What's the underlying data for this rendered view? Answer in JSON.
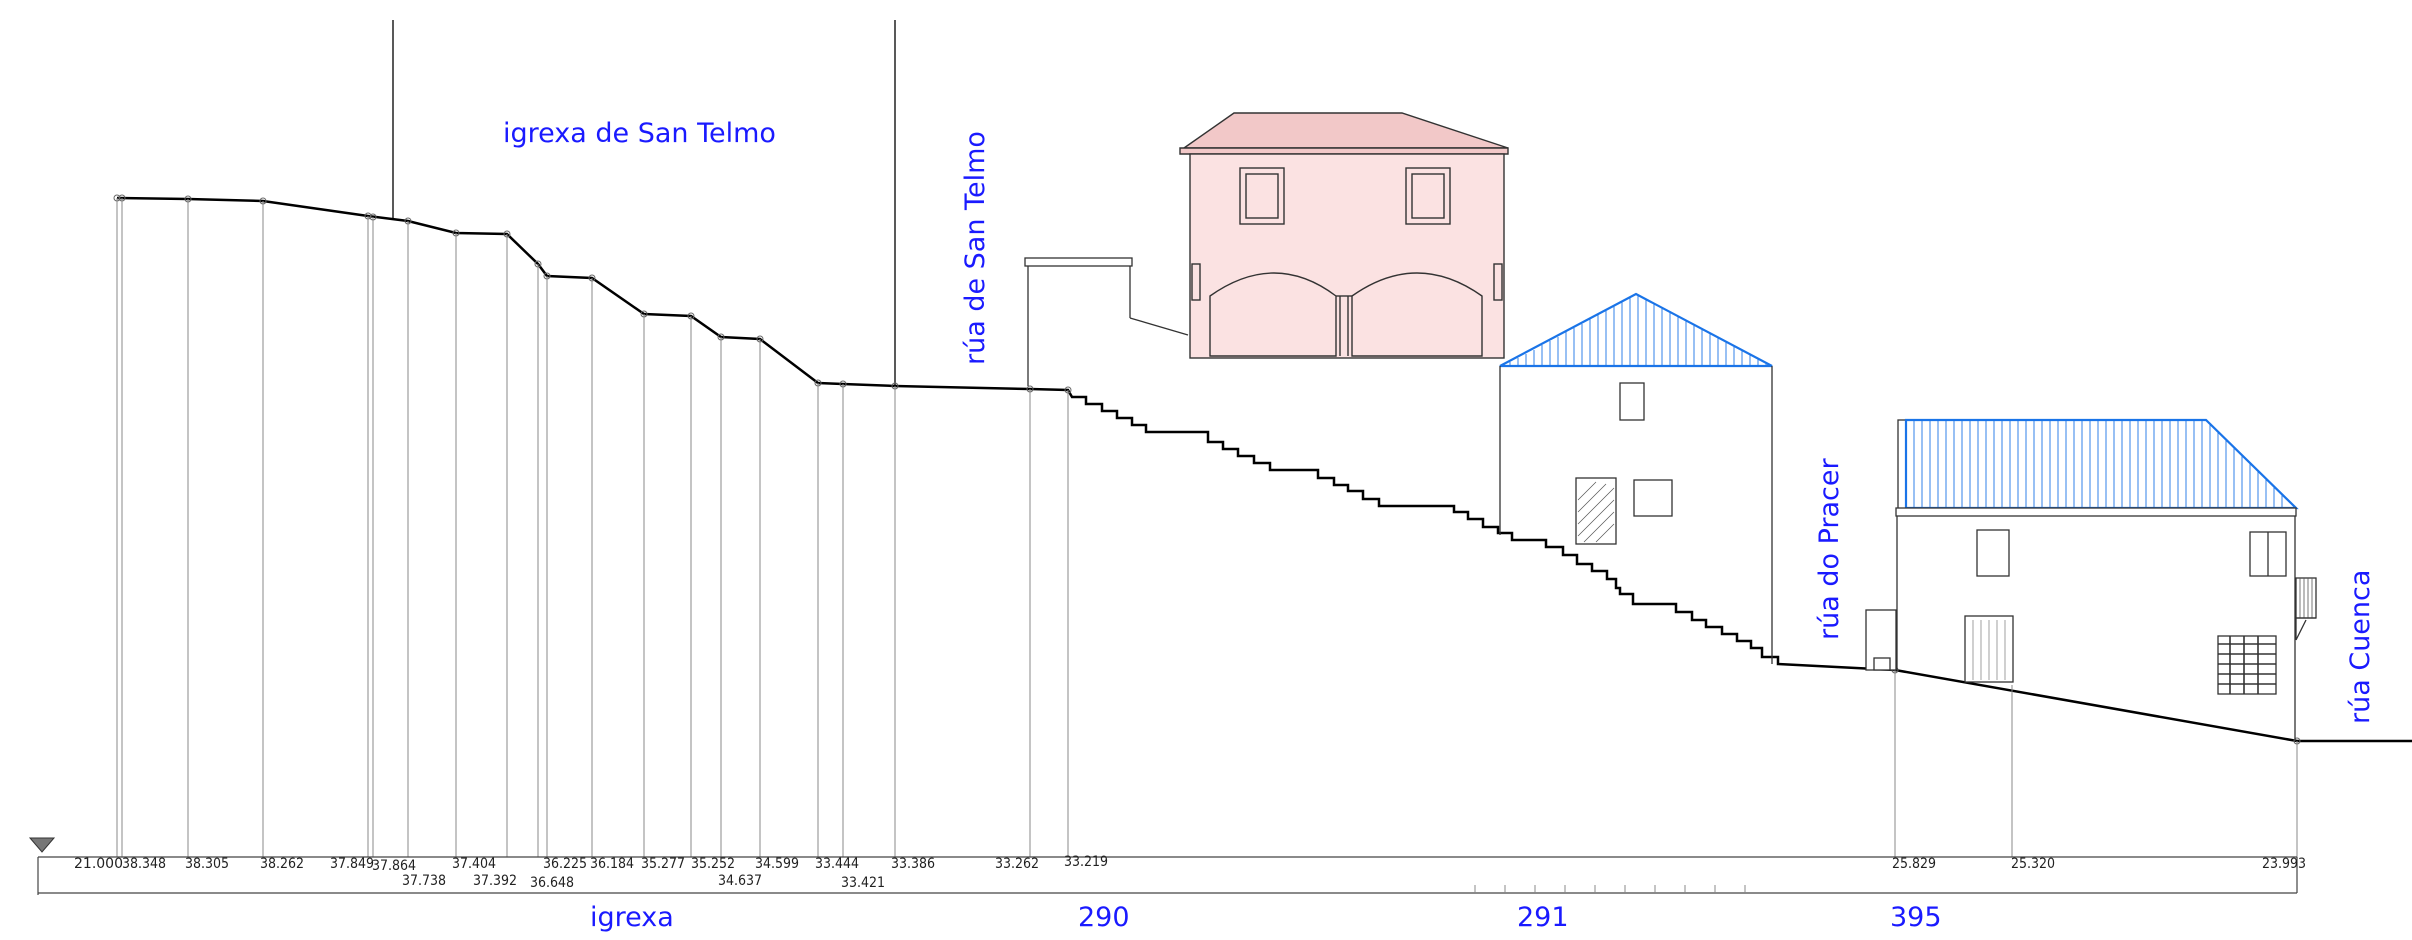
{
  "labels": {
    "church": "igrexa de San Telmo",
    "street_san_telmo": "rúa de San Telmo",
    "street_pracer": "rúa do Pracer",
    "street_cuenca": "rúa Cuenca"
  },
  "datum": "21.000",
  "elevations_upper": [
    "38.348",
    "38.305",
    "38.262",
    "37.849",
    "37.864",
    "37.404",
    "36.225",
    "36.184",
    "35.277",
    "35.252",
    "34.599",
    "33.444",
    "33.386",
    "33.262",
    "33.219",
    "25.829",
    "25.320",
    "23.993"
  ],
  "elevations_lower": [
    "37.738",
    "37.392",
    "36.648",
    "34.637",
    "33.421"
  ],
  "lots": [
    "igrexa",
    "290",
    "291",
    "395"
  ],
  "colors": {
    "annotation": "#1a1aff",
    "roof_pink": "#f7dcdc",
    "roof_blue": "#1a74e8",
    "line": "#000000"
  }
}
